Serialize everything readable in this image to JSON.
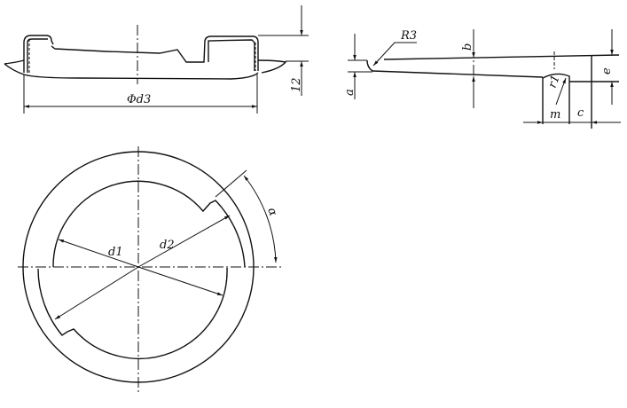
{
  "section_view": {
    "diameter_label": "Φd3",
    "height_label": "12"
  },
  "detail_view": {
    "radius_label": "R3",
    "b_label": "b",
    "a_label": "a",
    "e_label": "e",
    "r1_label": "r1",
    "m_label": "m",
    "c_label": "c"
  },
  "plan_view": {
    "d1_label": "d1",
    "d2_label": "d2",
    "alpha_label": "α"
  },
  "colors": {
    "line": "#111111",
    "background": "#ffffff"
  }
}
